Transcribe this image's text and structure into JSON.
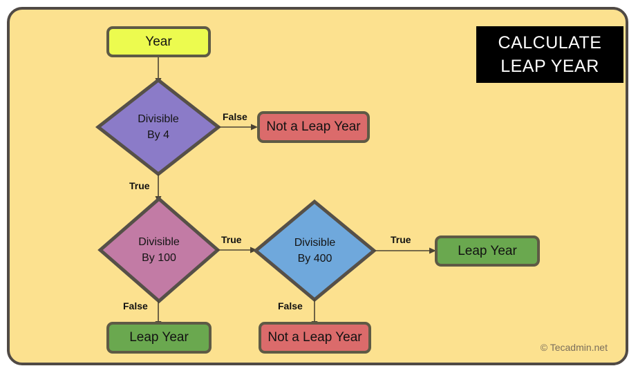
{
  "diagram": {
    "title_line1": "CALCULATE",
    "title_line2": "LEAP YEAR",
    "credit": "© Tecadmin.net",
    "background_color": "#FCE18F",
    "border_color": "#504A45"
  },
  "nodes": {
    "start": {
      "label": "Year",
      "color": "#ECFB4F"
    },
    "decision_div4": {
      "line1": "Divisible",
      "line2": "By 4",
      "color": "#8B7BC8"
    },
    "decision_div100": {
      "line1": "Divisible",
      "line2": "By 100",
      "color": "#C27BA5"
    },
    "decision_div400": {
      "line1": "Divisible",
      "line2": "By 400",
      "color": "#6FA8DC"
    },
    "not_leap_top": {
      "label": "Not a Leap Year",
      "color": "#DB6B6B"
    },
    "leap_right": {
      "label": "Leap Year",
      "color": "#6AA84F"
    },
    "leap_bottom_left": {
      "label": "Leap Year",
      "color": "#6AA84F"
    },
    "not_leap_bottom": {
      "label": "Not a Leap Year",
      "color": "#DB6B6B"
    }
  },
  "edges": {
    "div4_false": "False",
    "div4_true": "True",
    "div100_true": "True",
    "div100_false": "False",
    "div400_true": "True",
    "div400_false": "False"
  }
}
